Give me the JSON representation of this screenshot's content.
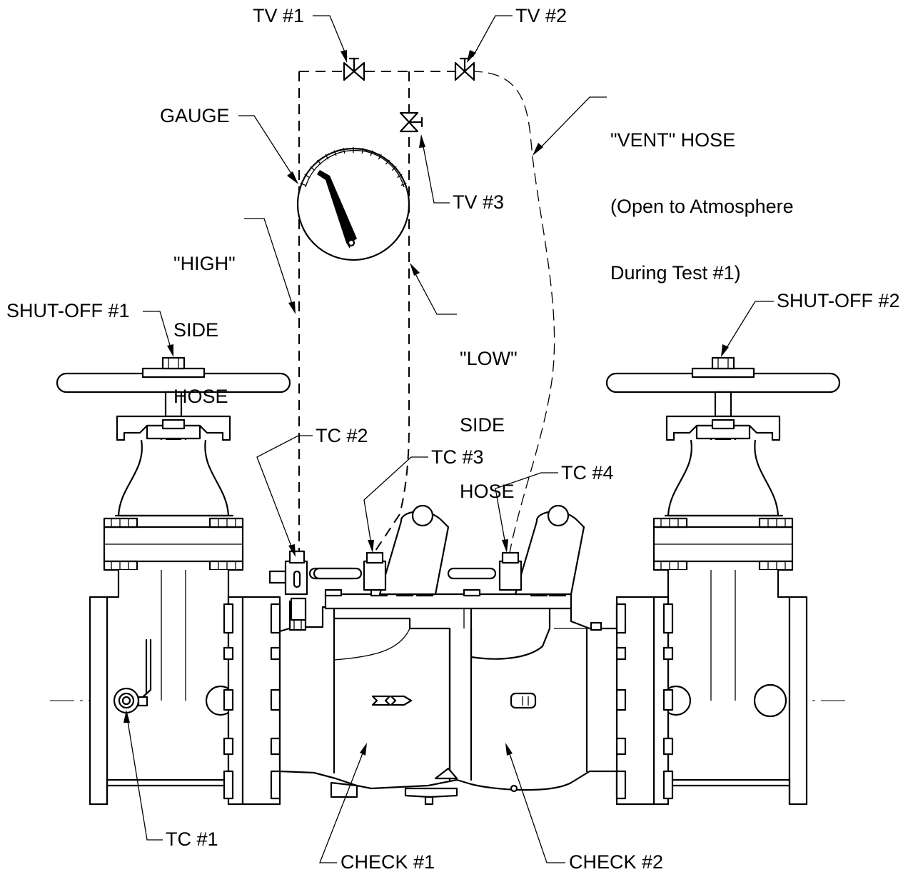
{
  "labels": {
    "tv1": "TV #1",
    "tv2": "TV #2",
    "tv3": "TV #3",
    "gauge": "GAUGE",
    "vent_hose": [
      "\"VENT\" HOSE",
      "(Open to Atmosphere",
      "During Test #1)"
    ],
    "high_side_hose": [
      "\"HIGH\"",
      "SIDE",
      "HOSE"
    ],
    "low_side_hose": [
      "\"LOW\"",
      "SIDE",
      "HOSE"
    ],
    "shutoff1": "SHUT-OFF #1",
    "shutoff2": "SHUT-OFF #2",
    "tc1": "TC #1",
    "tc2": "TC #2",
    "tc3": "TC #3",
    "tc4": "TC #4",
    "check1": "CHECK #1",
    "check2": "CHECK #2"
  }
}
